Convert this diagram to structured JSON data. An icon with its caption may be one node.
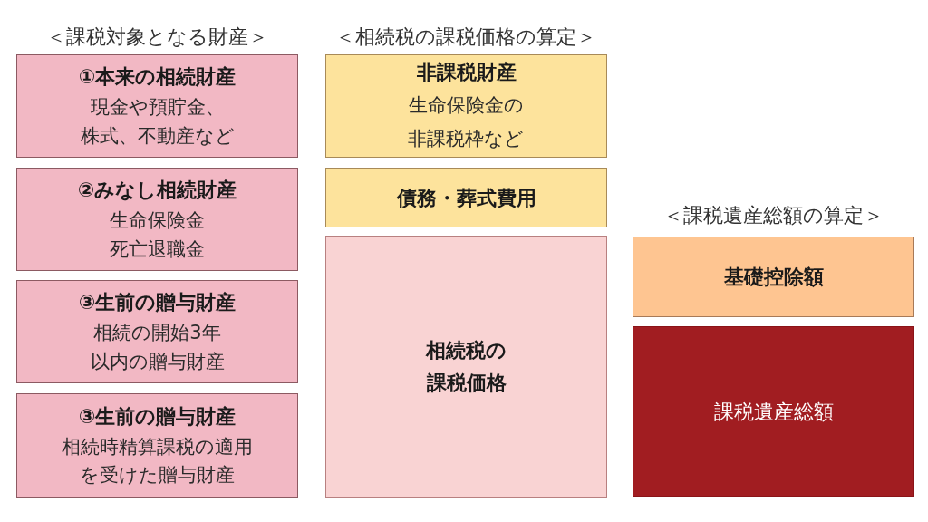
{
  "diagram": {
    "nodes": [
      {
        "text": [
          "①本来の相続財産",
          "現金や預貯金、株式、不動産など"
        ]
      },
      {
        "text": [
          "②みなし相続財産",
          "生命保険金死亡退職金"
        ]
      },
      {
        "text": [
          "③生前の贈与財産",
          "相続の開始3年以内の贈与財産"
        ]
      },
      {
        "text": [
          "③生前の贈与財産",
          "相続時精算課税の適用を受けた贈与財産"
        ]
      },
      {
        "text": [
          "非課税財産",
          "生命保険金の非課税枠など"
        ]
      },
      {
        "text": [
          "債務・葬式費用"
        ]
      },
      {
        "text": [
          "相続税の課税価格"
        ]
      },
      {
        "text": [
          "基礎控除額"
        ]
      },
      {
        "text": [
          "課税遺産総額"
        ]
      }
    ],
    "labels": [
      "＜課税対象となる財産＞",
      "＜相続税の課税価格の算定＞",
      "＜課税遺産総額の算定＞"
    ]
  }
}
